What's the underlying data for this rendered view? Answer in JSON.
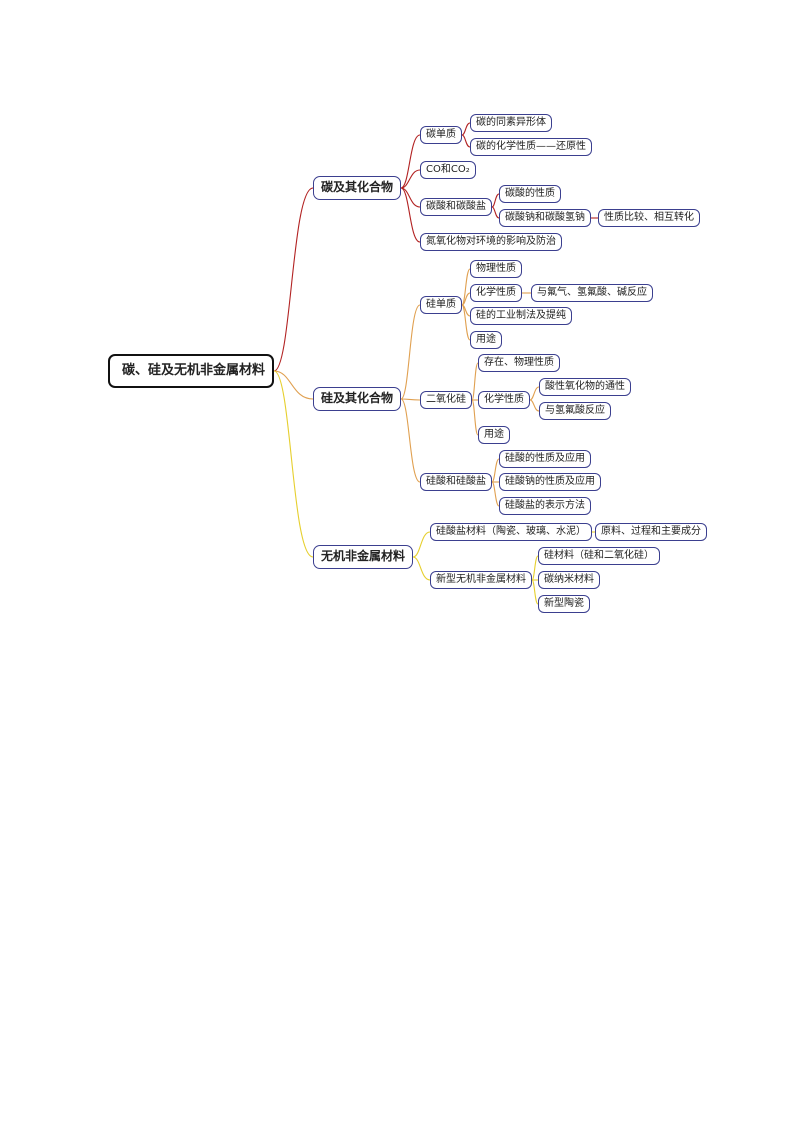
{
  "root": {
    "label": "碳、硅及无机非金属材料"
  },
  "branch_colors": {
    "carbon": "#b22222",
    "silicon": "#e0a050",
    "materials": "#e6cf2e"
  },
  "node_border_color": "#3b3f8f",
  "carbon": {
    "label": "碳及其化合物",
    "simple_substance": {
      "label": "碳单质",
      "allotropes": "碳的同素异形体",
      "chemical_property": "碳的化学性质——还原性"
    },
    "co_co2": "CO和CO₂",
    "carbonates": {
      "label": "碳酸和碳酸盐",
      "acid_properties": "碳酸的性质",
      "sodium_salts": "碳酸钠和碳酸氢钠",
      "comparison": "性质比较、相互转化"
    },
    "nox": "氮氧化物对环境的影响及防治"
  },
  "silicon": {
    "label": "硅及其化合物",
    "simple_substance": {
      "label": "硅单质",
      "physical": "物理性质",
      "chemical": "化学性质",
      "reactions": "与氟气、氢氟酸、碱反应",
      "production": "硅的工业制法及提纯",
      "uses": "用途"
    },
    "dioxide": {
      "label": "二氧化硅",
      "existence": "存在、物理性质",
      "chemical": "化学性质",
      "acidic_oxide": "酸性氧化物的通性",
      "hf_reaction": "与氢氟酸反应",
      "uses": "用途"
    },
    "silicates": {
      "label": "硅酸和硅酸盐",
      "acid": "硅酸的性质及应用",
      "sodium_silicate": "硅酸钠的性质及应用",
      "representation": "硅酸盐的表示方法"
    }
  },
  "materials": {
    "label": "无机非金属材料",
    "silicate_materials": {
      "label": "硅酸盐材料（陶瓷、玻璃、水泥）",
      "detail": "原料、过程和主要成分"
    },
    "new_materials": {
      "label": "新型无机非金属材料",
      "silicon_material": "硅材料（硅和二氧化硅）",
      "carbon_nano": "碳纳米材料",
      "ceramics": "新型陶瓷"
    }
  }
}
